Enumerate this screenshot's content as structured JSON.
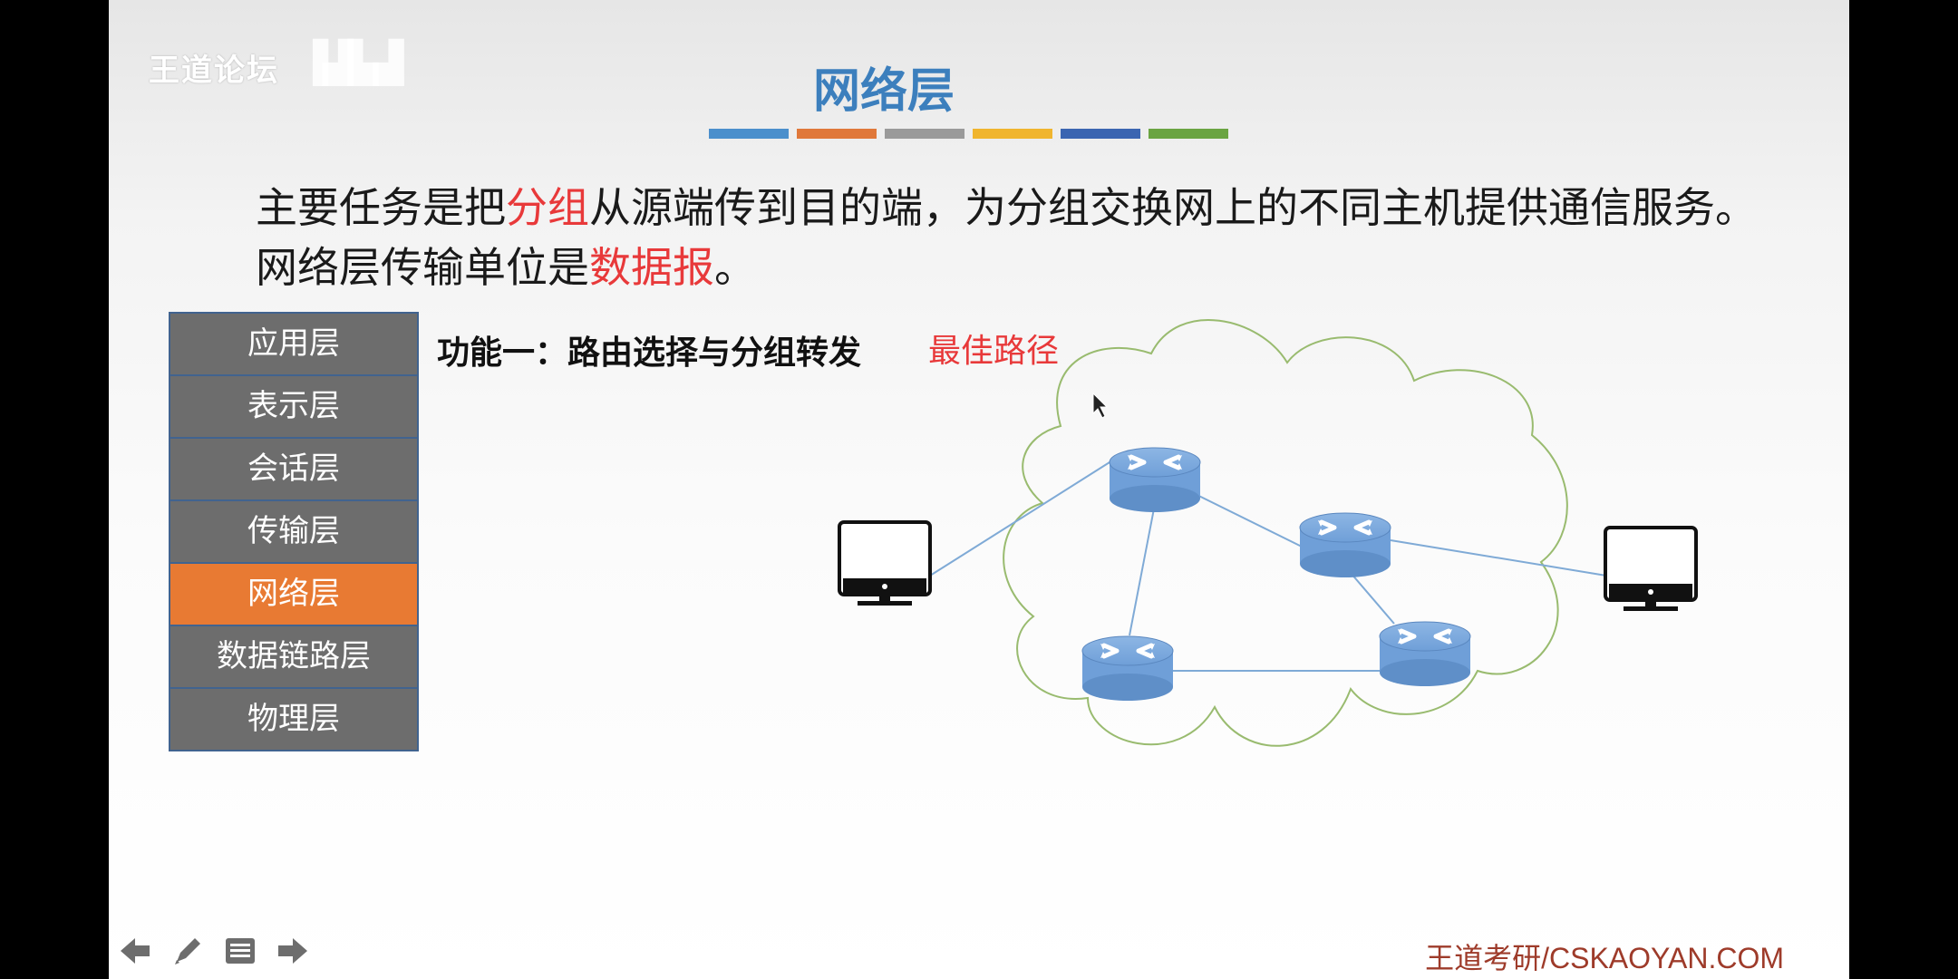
{
  "watermark": "王道论坛",
  "title": "网络层",
  "accent_bars": [
    "#4b8fcc",
    "#e0783a",
    "#9a9a9a",
    "#f0b52e",
    "#3b65b1",
    "#6aa442"
  ],
  "intro": {
    "line1_a": "主要任务是把",
    "line1_hl": "分组",
    "line1_b": "从源端传到目的端，为分组交换网上的不同主机提供通信服务。",
    "line2_a": "网络层传输单位是",
    "line2_hl": "数据报",
    "line2_b": "。"
  },
  "layers": [
    {
      "label": "应用层",
      "active": false
    },
    {
      "label": "表示层",
      "active": false
    },
    {
      "label": "会话层",
      "active": false
    },
    {
      "label": "传输层",
      "active": false
    },
    {
      "label": "网络层",
      "active": true
    },
    {
      "label": "数据链路层",
      "active": false
    },
    {
      "label": "物理层",
      "active": false
    }
  ],
  "function_label": "功能一：路由选择与分组转发",
  "best_path_label": "最佳路径",
  "diagram": {
    "hosts": [
      "host-left",
      "host-right"
    ],
    "routers": [
      "router-top",
      "router-right",
      "router-bottom-left",
      "router-bottom-right"
    ]
  },
  "toolbar": [
    "arrow-left-icon",
    "pen-icon",
    "menu-icon",
    "arrow-right-icon"
  ],
  "footer": "王道考研/CSKAOYAN.COM",
  "colors": {
    "title": "#3c7fbd",
    "highlight": "#e8393a",
    "active_layer": "#e87a33",
    "layer_bg": "#6d6d6d",
    "router": "#6f9fd8"
  }
}
